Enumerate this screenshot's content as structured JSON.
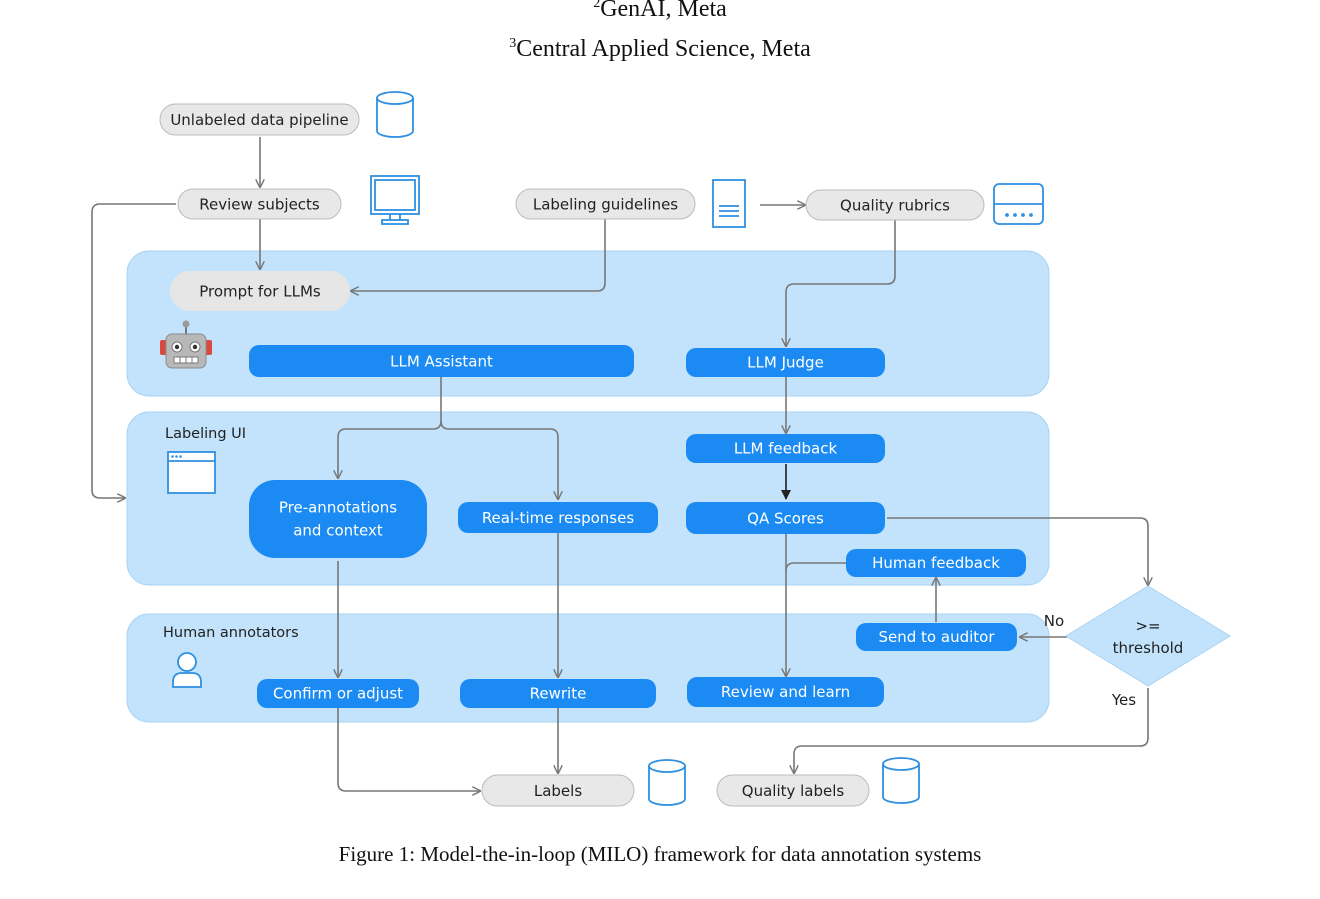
{
  "affiliations": [
    {
      "sup": "2",
      "text": "GenAI, Meta"
    },
    {
      "sup": "3",
      "text": "Central Applied Science, Meta"
    }
  ],
  "bands": {
    "llm": "",
    "labeling_ui": "Labeling UI",
    "human": "Human annotators"
  },
  "nodes": {
    "unlabeled": "Unlabeled data pipeline",
    "review_subjects": "Review subjects",
    "labeling_guidelines": "Labeling guidelines",
    "quality_rubrics": "Quality rubrics",
    "prompt": "Prompt for LLMs",
    "llm_assistant": "LLM Assistant",
    "llm_judge": "LLM Judge",
    "llm_feedback": "LLM feedback",
    "pre_annotations_1": "Pre-annotations",
    "pre_annotations_2": "and context",
    "realtime": "Real-time responses",
    "qa_scores": "QA Scores",
    "human_feedback": "Human feedback",
    "send_auditor": "Send to auditor",
    "threshold_1": ">=",
    "threshold_2": "threshold",
    "confirm": "Confirm or adjust",
    "rewrite": "Rewrite",
    "review_learn": "Review and learn",
    "labels": "Labels",
    "quality_labels": "Quality labels"
  },
  "edge_labels": {
    "no": "No",
    "yes": "Yes"
  },
  "colors": {
    "band": "#c2e3fb",
    "blue": "#1b8bf3",
    "gray": "#e8e8e8",
    "icon": "#2f8fe0",
    "arrow": "#777777"
  },
  "caption": "Figure 1: Model-the-in-loop (MILO) framework for data annotation systems"
}
